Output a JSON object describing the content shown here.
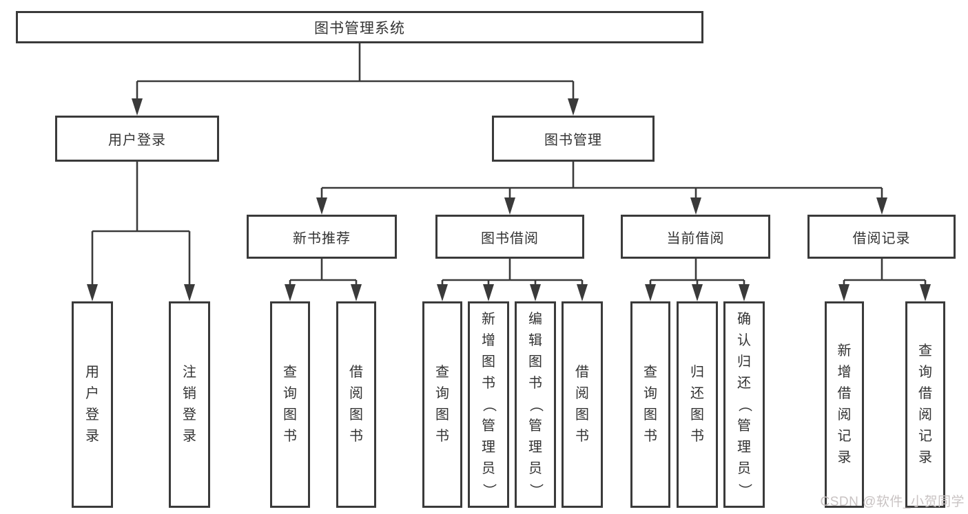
{
  "diagram": {
    "root": {
      "label": "图书管理系统",
      "children": [
        {
          "label": "用户登录",
          "children": [
            {
              "label": "用户登录"
            },
            {
              "label": "注销登录"
            }
          ]
        },
        {
          "label": "图书管理",
          "children": [
            {
              "label": "新书推荐",
              "children": [
                {
                  "label": "查询图书"
                },
                {
                  "label": "借阅图书"
                }
              ]
            },
            {
              "label": "图书借阅",
              "children": [
                {
                  "label": "查询图书"
                },
                {
                  "label": "新增图书（管理员）"
                },
                {
                  "label": "编辑图书（管理员）"
                },
                {
                  "label": "借阅图书"
                }
              ]
            },
            {
              "label": "当前借阅",
              "children": [
                {
                  "label": "查询图书"
                },
                {
                  "label": "归还图书"
                },
                {
                  "label": "确认归还（管理员）"
                }
              ]
            },
            {
              "label": "借阅记录",
              "children": [
                {
                  "label": "新增借阅记录"
                },
                {
                  "label": "查询借阅记录"
                }
              ]
            }
          ]
        }
      ]
    },
    "watermark": "CSDN @软件_小贺同学",
    "colors": {
      "line": "#3a3a3a",
      "text": "#333333",
      "watermark": "#c9c3c3",
      "background": "#ffffff"
    }
  }
}
